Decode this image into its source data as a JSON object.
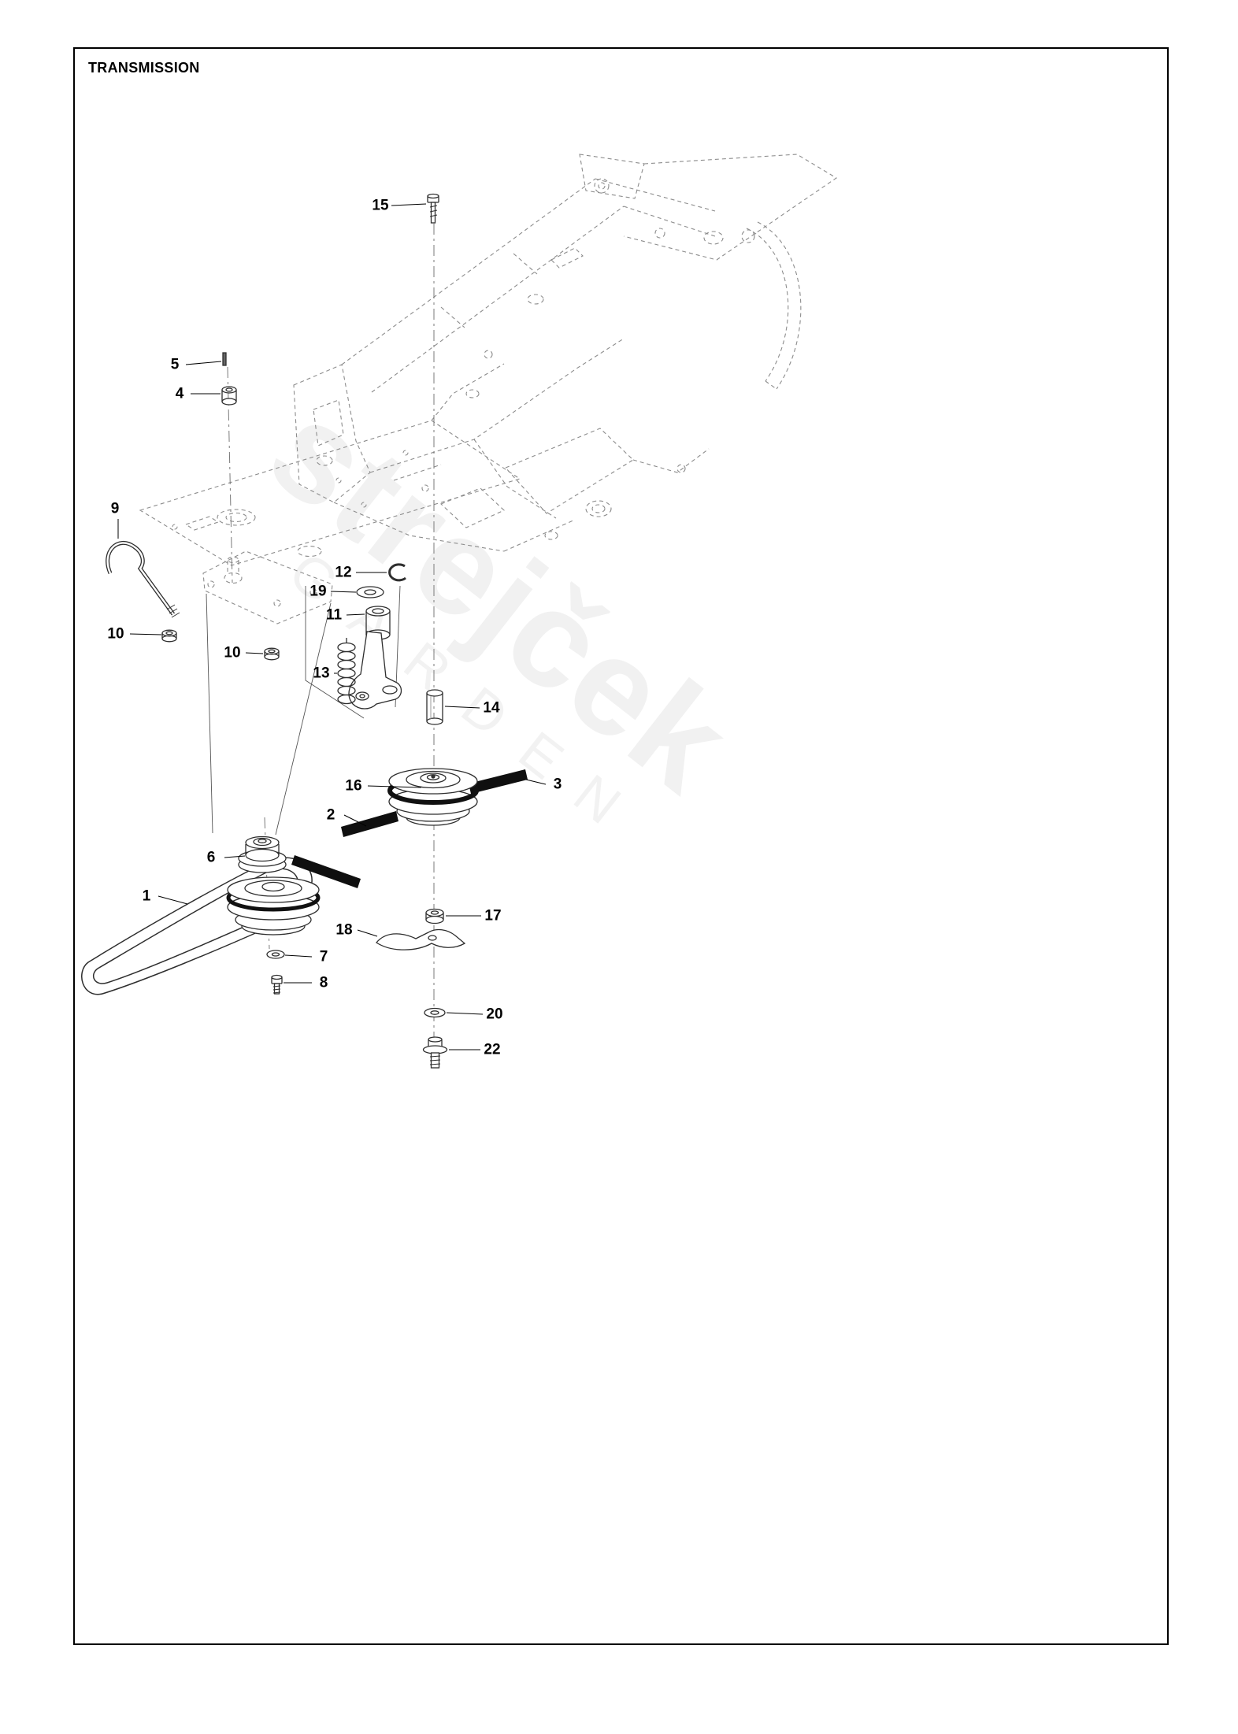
{
  "page": {
    "title": "TRANSMISSION"
  },
  "watermark": {
    "brand": "strejček",
    "sub": "GARDEN"
  },
  "colors": {
    "ink": "#000000",
    "part_line": "#2e2e2e",
    "chassis_dash": "#8c8c8c",
    "belt_fill": "#0f0f0f"
  },
  "callouts": [
    {
      "part": "15"
    },
    {
      "part": "5"
    },
    {
      "part": "4"
    },
    {
      "part": "9"
    },
    {
      "part": "12"
    },
    {
      "part": "19"
    },
    {
      "part": "11"
    },
    {
      "part": "10"
    },
    {
      "part": "10"
    },
    {
      "part": "13"
    },
    {
      "part": "14"
    },
    {
      "part": "16"
    },
    {
      "part": "3"
    },
    {
      "part": "2"
    },
    {
      "part": "6"
    },
    {
      "part": "1"
    },
    {
      "part": "17"
    },
    {
      "part": "18"
    },
    {
      "part": "7"
    },
    {
      "part": "8"
    },
    {
      "part": "20"
    },
    {
      "part": "22"
    }
  ]
}
